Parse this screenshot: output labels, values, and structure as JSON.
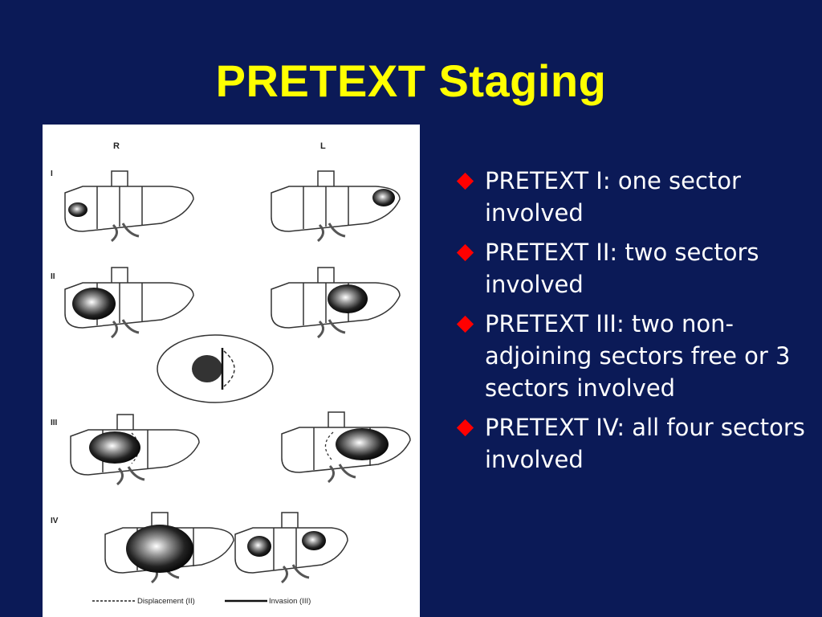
{
  "slide": {
    "title": "PRETEXT Staging",
    "bullets": [
      "PRETEXT I: one sector involved",
      "PRETEXT II: two sectors involved",
      "PRETEXT III: two non-adjoining sectors free or 3 sectors involved",
      "PRETEXT IV: all four sectors involved"
    ],
    "bullet_icon": "red-diamond-bullet",
    "colors": {
      "background": "#0b1a57",
      "title": "#ffff00",
      "text": "#ffffff",
      "bullet": "#ff0000"
    }
  },
  "figure": {
    "label_right": "R",
    "label_left": "L",
    "stage_labels": [
      "I",
      "II",
      "III",
      "IV"
    ],
    "legend_displacement": "Displacement (II)",
    "legend_invasion": "Invasion (III)"
  }
}
